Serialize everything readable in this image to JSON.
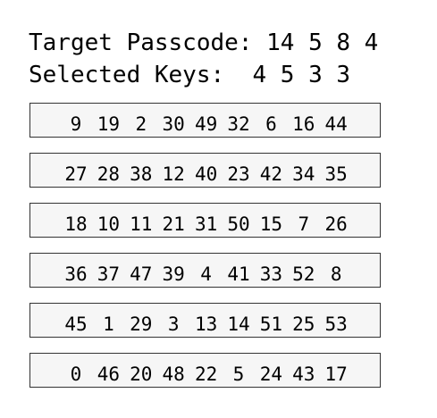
{
  "header": {
    "target_label": "Target Passcode:",
    "target_code": "14 5 8 4",
    "selected_label": "Selected Keys:",
    "selected_code": "4 5 3 3"
  },
  "keypad": {
    "rows": [
      [
        "9",
        "19",
        "2",
        "30",
        "49",
        "32",
        "6",
        "16",
        "44"
      ],
      [
        "27",
        "28",
        "38",
        "12",
        "40",
        "23",
        "42",
        "34",
        "35"
      ],
      [
        "18",
        "10",
        "11",
        "21",
        "31",
        "50",
        "15",
        "7",
        "26"
      ],
      [
        "36",
        "37",
        "47",
        "39",
        "4",
        "41",
        "33",
        "52",
        "8"
      ],
      [
        "45",
        "1",
        "29",
        "3",
        "13",
        "14",
        "51",
        "25",
        "53"
      ],
      [
        "0",
        "46",
        "20",
        "48",
        "22",
        "5",
        "24",
        "43",
        "17"
      ]
    ]
  },
  "colors": {
    "text": "#000000",
    "row_background": "#f6f6f6",
    "row_border": "#333333",
    "page_background": "#ffffff"
  }
}
